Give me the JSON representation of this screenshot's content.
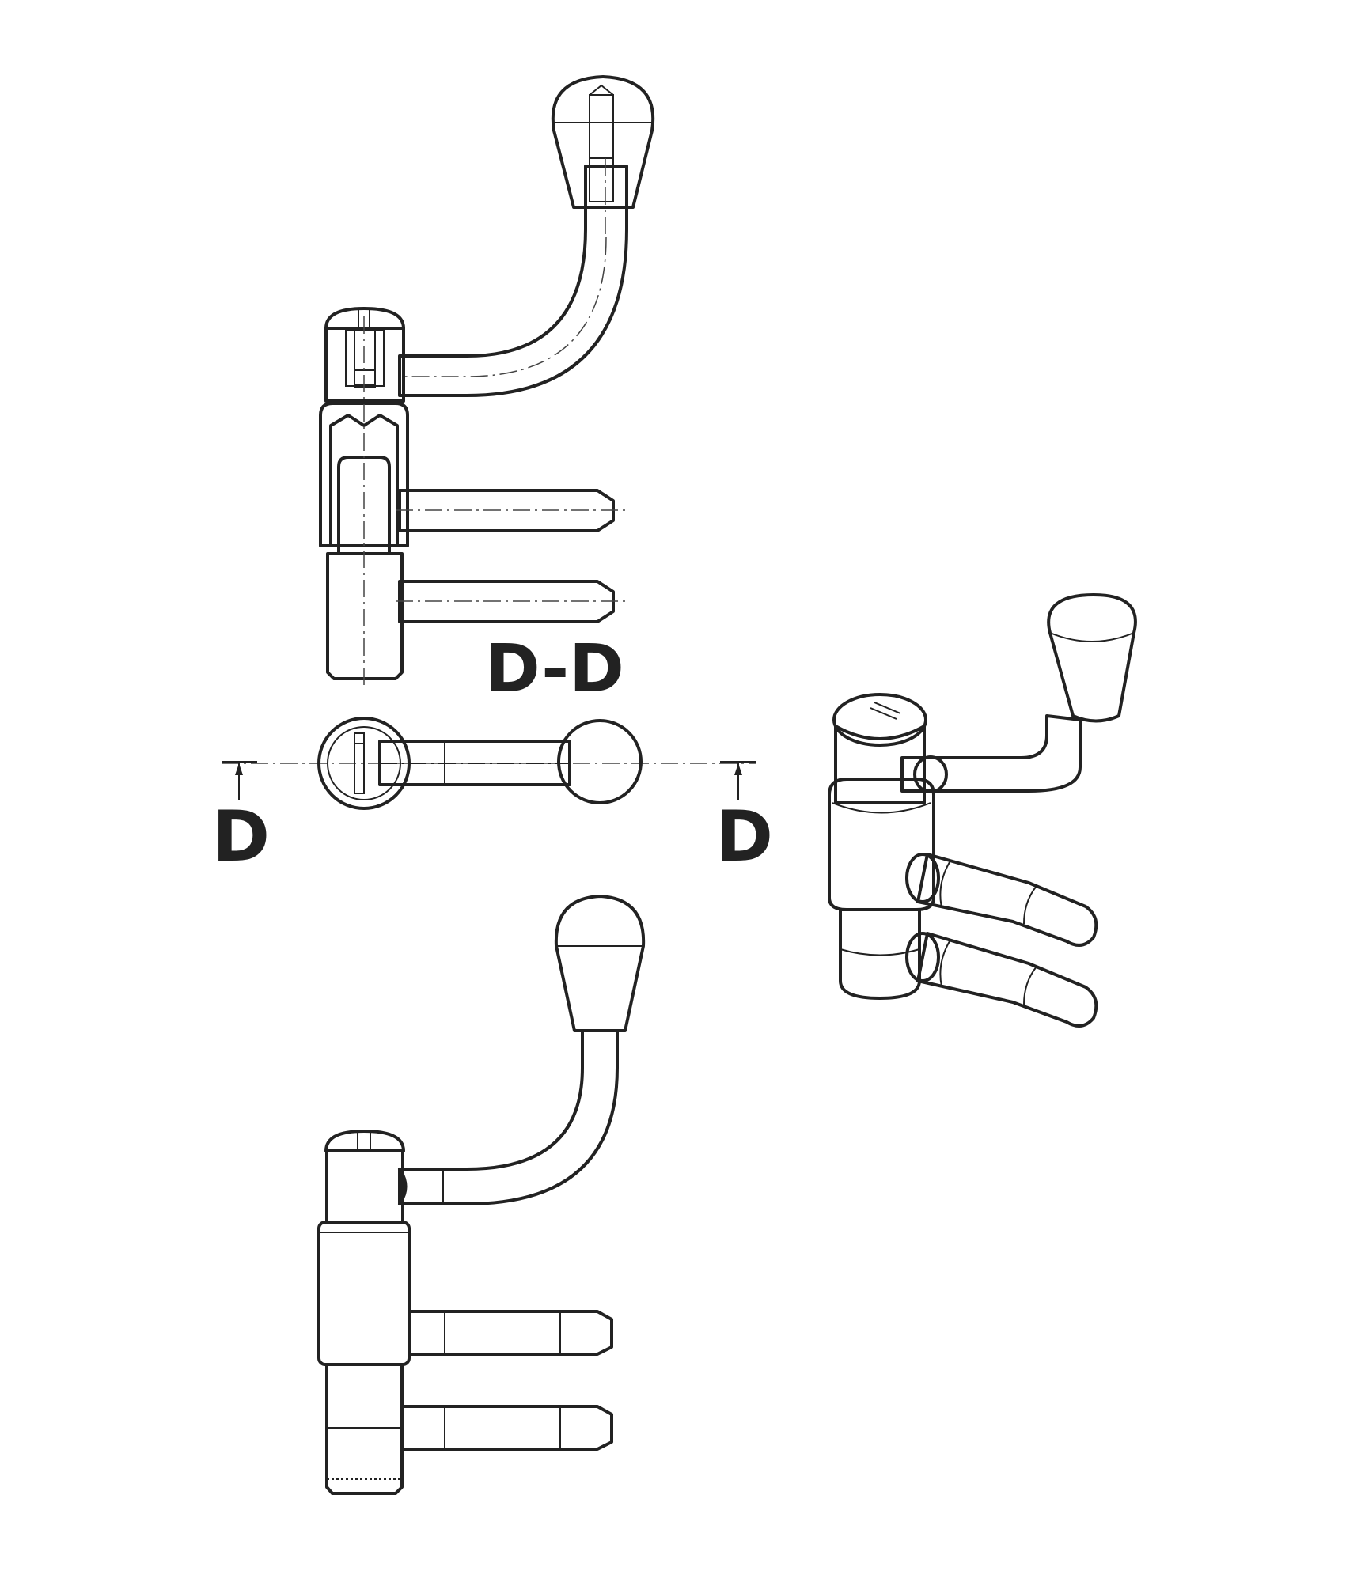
{
  "labels": {
    "section_title": "D-D",
    "cut_left": "D",
    "cut_right": "D"
  },
  "colors": {
    "line": "#222222",
    "knob_highlight": "#ffeb00",
    "render_gray": "#a9a9a9",
    "render_light": "#d4d4d4",
    "background": "#ffffff"
  }
}
